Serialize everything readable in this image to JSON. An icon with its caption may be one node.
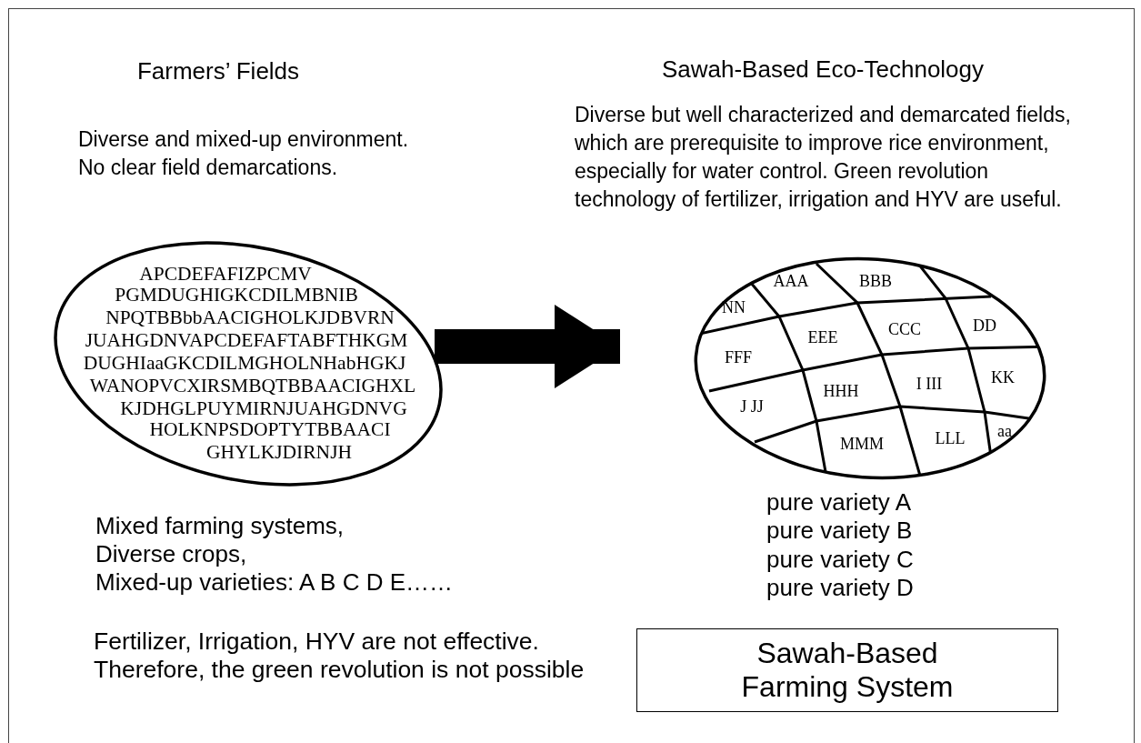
{
  "diagram": {
    "nodes": [
      {
        "text": [
          "APCDEFAFIZPCMV",
          "PGMDUGHIGKCDILMBNIB",
          "NPQTBBbbAACIGHOLKJDBVRN",
          "JUAHGDNVAPCDEFAFTABFTHKGM",
          "DUGHIaaGKCDILMGHOLNHabHGKJ",
          "WANOPVCXIRSMBQTBBAACIGHXL",
          "KJDHGLPUYMIRNJUAHGDNVG",
          "HOLKNPSDOPTYTBBAACI",
          "GHYLKJDIRNJH"
        ]
      },
      {
        "text": [
          "AAA",
          "BBB",
          "NN",
          "EEE",
          "CCC",
          "DD",
          "FFF",
          "HHH",
          "I III",
          "KK",
          "J JJ",
          "MMM",
          "LLL",
          "aa"
        ]
      },
      {
        "text": [
          "Sawah-Based Farming System"
        ]
      }
    ],
    "edges": [
      {
        "from": 0,
        "to": 1,
        "arrow": "to"
      }
    ],
    "labels": [
      "Farmers’ Fields",
      "Sawah-Based Eco-Technology",
      "Diverse and mixed-up environment. No clear field demarcations.",
      "Diverse but well characterized and demarcated fields, which are prerequisite to improve rice environment, especially for water control. Green revolution technology of fertilizer, irrigation and HYV are useful.",
      "Mixed farming systems,",
      "Diverse crops,",
      "Mixed-up varieties: A B C D E……",
      "Fertilizer, Irrigation, HYV are not effective. Therefore, the green revolution is not possible",
      "pure variety A",
      "pure variety B",
      "pure variety C",
      "pure variety D"
    ]
  }
}
